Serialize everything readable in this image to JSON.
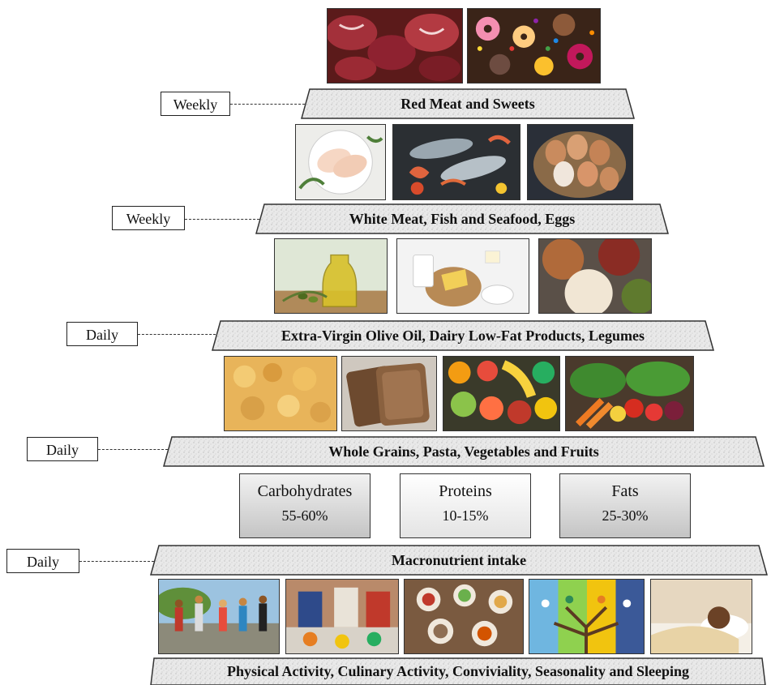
{
  "tiers": [
    {
      "frequency": "Weekly",
      "label": "Red Meat and Sweets",
      "photos": [
        "red-meat",
        "sweets"
      ]
    },
    {
      "frequency": "Weekly",
      "label": "White Meat, Fish and Seafood, Eggs",
      "photos": [
        "chicken-breast",
        "fish-seafood",
        "eggs"
      ]
    },
    {
      "frequency": "Daily",
      "label": "Extra-Virgin Olive Oil, Dairy Low-Fat Products,  Legumes",
      "photos": [
        "olive-oil",
        "dairy",
        "legumes"
      ]
    },
    {
      "frequency": "Daily",
      "label": "Whole Grains, Pasta, Vegetables and Fruits",
      "photos": [
        "pasta",
        "whole-grain-bread",
        "fruits",
        "vegetables"
      ]
    },
    {
      "frequency": "Daily",
      "label": "Macronutrient intake"
    },
    {
      "label": "Physical Activity, Culinary Activity, Conviviality, Seasonality and Sleeping",
      "photos": [
        "running",
        "cooking",
        "shared-meal",
        "seasons-trees",
        "sleeping"
      ]
    }
  ],
  "macronutrients": [
    {
      "name": "Carbohydrates",
      "percent": "55-60%"
    },
    {
      "name": "Proteins",
      "percent": "10-15%"
    },
    {
      "name": "Fats",
      "percent": "25-30%"
    }
  ]
}
